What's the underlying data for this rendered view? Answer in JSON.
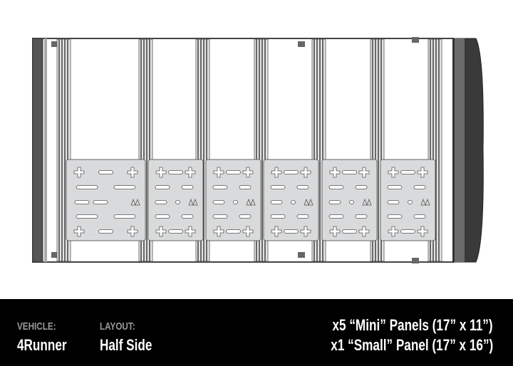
{
  "diagram": {
    "title": "Roof rack top view with mounted panels",
    "crossbar_count": 7,
    "panels": [
      {
        "type": "Small"
      },
      {
        "type": "Mini"
      },
      {
        "type": "Mini"
      },
      {
        "type": "Mini"
      },
      {
        "type": "Mini"
      },
      {
        "type": "Mini"
      }
    ],
    "colors": {
      "panel": "#d9dadb",
      "rail": "#8c8c8c",
      "frame": "#555555",
      "caption_bg": "#000000"
    }
  },
  "caption": {
    "vehicle_label": "VEHICLE:",
    "vehicle_value": "4Runner",
    "layout_label": "LAYOUT:",
    "layout_value": "Half Side",
    "panels_line_1": "x5 “Mini” Panels (17” x 11”)",
    "panels_line_2": "x1 “Small” Panel (17” x 16”)"
  }
}
